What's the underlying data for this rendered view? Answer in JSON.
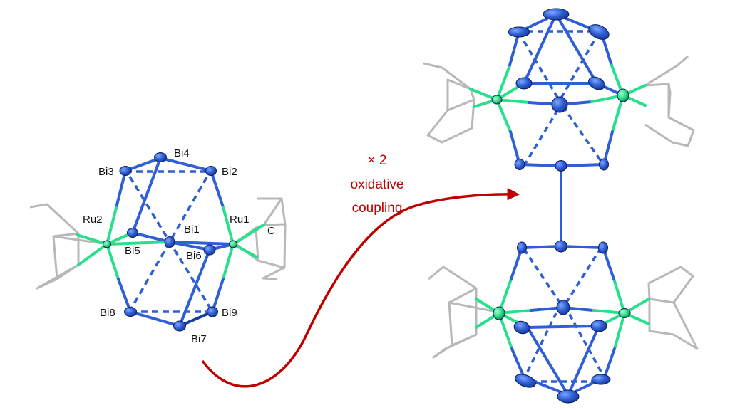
{
  "colors": {
    "bi": "#2f5fd6",
    "bi_dark": "#1b3e9e",
    "ru": "#2ee08a",
    "bond_bi": "#2f5fd6",
    "bond_ru": "#27e08b",
    "carbon": "#b8b8b8",
    "arrow": "#c00000",
    "label": "#111111"
  },
  "reaction": {
    "line1": "× 2",
    "line2": "oxidative",
    "line3": "coupling"
  },
  "monomer": {
    "labels": {
      "Bi1": "Bi1",
      "Bi2": "Bi2",
      "Bi3": "Bi3",
      "Bi4": "Bi4",
      "Bi5": "Bi5",
      "Bi6": "Bi6",
      "Bi7": "Bi7",
      "Bi8": "Bi8",
      "Bi9": "Bi9",
      "Ru1": "Ru1",
      "Ru2": "Ru2",
      "C": "C"
    }
  }
}
